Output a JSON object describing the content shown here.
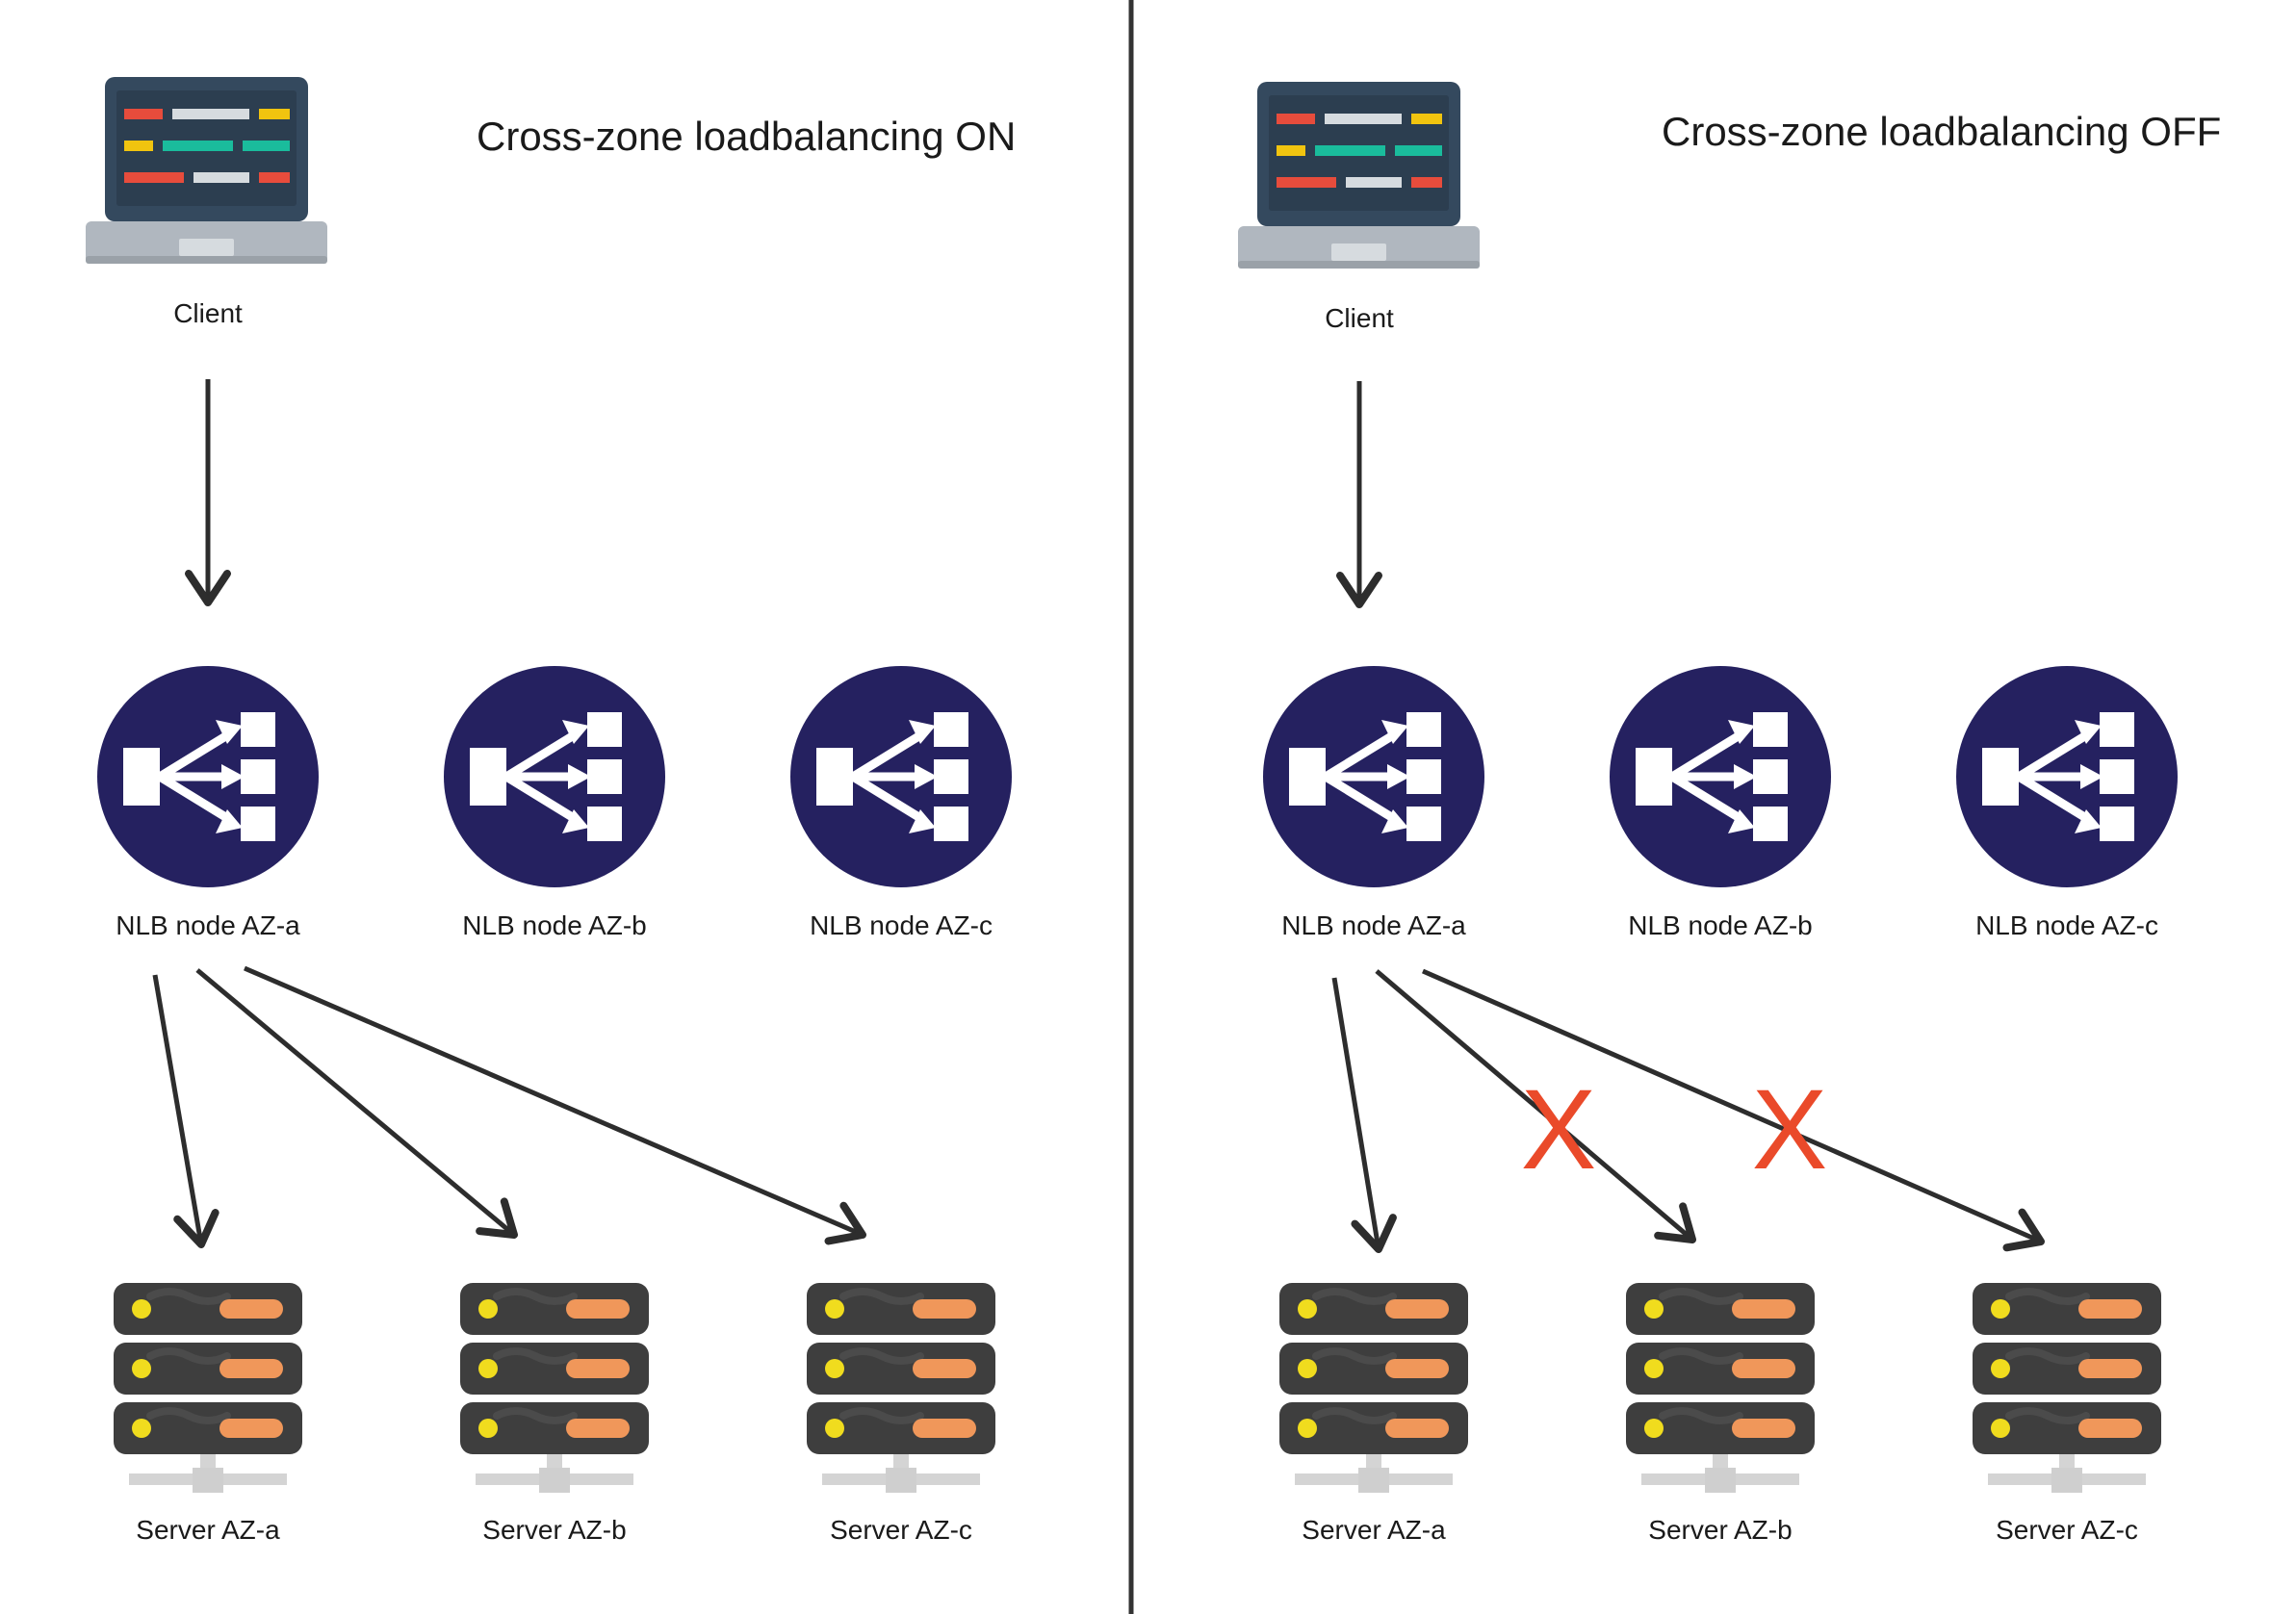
{
  "colors": {
    "nlb": "#252160",
    "arrow": "#2d2d2d",
    "divider": "#333333",
    "x_mark": "#ea4a2a",
    "laptop_screen": "#34495e",
    "laptop_base": "#b0b7bf",
    "server_body": "#3e3e3e",
    "server_light": "#f0dc1e",
    "server_slot": "#f0975a",
    "server_stand": "#d4d4d4"
  },
  "panels": [
    {
      "id": "on",
      "title": "Cross-zone loadbalancing ON",
      "client_label": "Client",
      "nlb_nodes": [
        {
          "label": "NLB node AZ-a",
          "icon": "load-balancer-icon"
        },
        {
          "label": "NLB node AZ-b",
          "icon": "load-balancer-icon"
        },
        {
          "label": "NLB node AZ-c",
          "icon": "load-balancer-icon"
        }
      ],
      "servers": [
        {
          "label": "Server AZ-a",
          "icon": "server-rack-icon",
          "blocked": false
        },
        {
          "label": "Server AZ-b",
          "icon": "server-rack-icon",
          "blocked": false
        },
        {
          "label": "Server AZ-c",
          "icon": "server-rack-icon",
          "blocked": false
        }
      ]
    },
    {
      "id": "off",
      "title": "Cross-zone loadbalancing OFF",
      "client_label": "Client",
      "nlb_nodes": [
        {
          "label": "NLB node AZ-a",
          "icon": "load-balancer-icon"
        },
        {
          "label": "NLB node AZ-b",
          "icon": "load-balancer-icon"
        },
        {
          "label": "NLB node AZ-c",
          "icon": "load-balancer-icon"
        }
      ],
      "servers": [
        {
          "label": "Server AZ-a",
          "icon": "server-rack-icon",
          "blocked": false
        },
        {
          "label": "Server AZ-b",
          "icon": "server-rack-icon",
          "blocked": true
        },
        {
          "label": "Server AZ-c",
          "icon": "server-rack-icon",
          "blocked": true
        }
      ],
      "blocked_mark": "X"
    }
  ]
}
